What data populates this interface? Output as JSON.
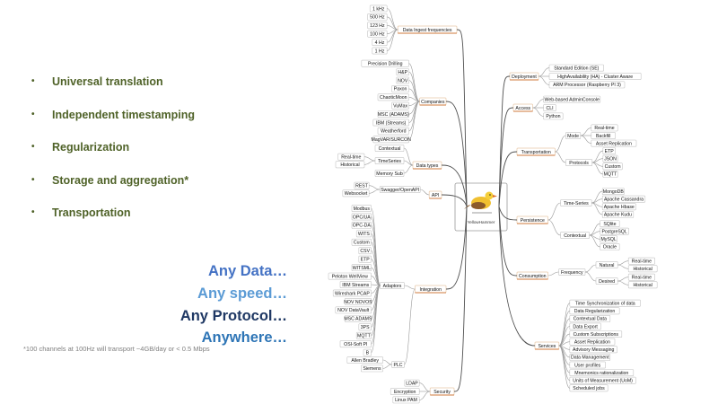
{
  "bullets": [
    "Universal translation",
    "Independent timestamping",
    "Regularization",
    "Storage and aggregation*",
    "Transportation"
  ],
  "taglines": [
    {
      "text": "Any Data…",
      "color": "#4472c4"
    },
    {
      "text": "Any speed…",
      "color": "#5b9bd5"
    },
    {
      "text": "Any Protocol…",
      "color": "#1f3864"
    },
    {
      "text": "Anywhere…",
      "color": "#2e75b6"
    }
  ],
  "footnote": "*100 channels at 100Hz will transport ~4GB/day or < 0.5 Mbps",
  "mindmap": {
    "center": "YellowHammer",
    "left": [
      {
        "label": "Data Ingest frequencies",
        "children": [
          {
            "label": "1 kHz"
          },
          {
            "label": "500 Hz"
          },
          {
            "label": "123 Hz"
          },
          {
            "label": "100 Hz"
          },
          {
            "label": "4 Hz"
          },
          {
            "label": "1 Hz"
          }
        ]
      },
      {
        "label": "Companies",
        "children": [
          {
            "label": "Precision Drilling"
          },
          {
            "label": "H&P"
          },
          {
            "label": "NOV"
          },
          {
            "label": "Paxon"
          },
          {
            "label": "ChaoticMoon"
          },
          {
            "label": "VuMax"
          },
          {
            "label": "MSC (ADAMS)"
          },
          {
            "label": "IBM (Streams)"
          },
          {
            "label": "Weatherford"
          },
          {
            "label": "MagVAR/SURCON"
          }
        ]
      },
      {
        "label": "Data types",
        "children": [
          {
            "label": "Contextual"
          },
          {
            "label": "TimeSeries",
            "children": [
              {
                "label": "Real-time"
              },
              {
                "label": "Historical"
              }
            ]
          },
          {
            "label": "Memory Sub"
          }
        ]
      },
      {
        "label": "API",
        "children": [
          {
            "label": "Swagger/OpenAPI",
            "children": [
              {
                "label": "REST"
              },
              {
                "label": "Websocket"
              }
            ]
          }
        ]
      },
      {
        "label": "Integration",
        "children": [
          {
            "label": "Adaptors",
            "children": [
              {
                "label": "Modbus"
              },
              {
                "label": "OPC/UA"
              },
              {
                "label": "OPC-DA"
              },
              {
                "label": "WITS"
              },
              {
                "label": "Custom"
              },
              {
                "label": "CSV"
              },
              {
                "label": "ETP"
              },
              {
                "label": "WITSML"
              },
              {
                "label": "Peloton WellView"
              },
              {
                "label": "IBM Streams"
              },
              {
                "label": "Wireshark PCAP"
              },
              {
                "label": "NOV NOVOS"
              },
              {
                "label": "NOV DataVault"
              },
              {
                "label": "MSC ADAMS"
              },
              {
                "label": "3PS"
              },
              {
                "label": "MQTT"
              },
              {
                "label": "OSI-Soft PI"
              },
              {
                "label": "B"
              }
            ]
          },
          {
            "label": "PLC",
            "children": [
              {
                "label": "Allen Bradley"
              },
              {
                "label": "Siemens"
              }
            ]
          }
        ]
      },
      {
        "label": "Security",
        "children": [
          {
            "label": "LDAP"
          },
          {
            "label": "Encryption"
          },
          {
            "label": "Linux PAM"
          }
        ]
      }
    ],
    "right": [
      {
        "label": "Deployment",
        "children": [
          {
            "label": "Standard Edition (SE)"
          },
          {
            "label": "HighAvailability (HA) - Cluster Aware"
          },
          {
            "label": "ARM Processor (Raspberry PI 3)"
          }
        ]
      },
      {
        "label": "Access",
        "children": [
          {
            "label": "Web-based AdminConsole"
          },
          {
            "label": "CLI"
          },
          {
            "label": "Python"
          }
        ]
      },
      {
        "label": "Transportation",
        "children": [
          {
            "label": "Mode",
            "children": [
              {
                "label": "Real-time"
              },
              {
                "label": "Backfill"
              },
              {
                "label": "Asset Replication"
              }
            ]
          },
          {
            "label": "Protocols",
            "children": [
              {
                "label": "ETP"
              },
              {
                "label": "JSON"
              },
              {
                "label": "Custom"
              },
              {
                "label": "MQTT"
              }
            ]
          }
        ]
      },
      {
        "label": "Persistence",
        "children": [
          {
            "label": "Time-Series",
            "children": [
              {
                "label": "MongoDB"
              },
              {
                "label": "Apache Cassandra"
              },
              {
                "label": "Apache Hbase"
              },
              {
                "label": "Apache Kudu"
              }
            ]
          },
          {
            "label": "Contextual",
            "children": [
              {
                "label": "SQlite"
              },
              {
                "label": "PostgreSQL"
              },
              {
                "label": "MySQL"
              },
              {
                "label": "Oracle"
              }
            ]
          }
        ]
      },
      {
        "label": "Consumption",
        "children": [
          {
            "label": "Frequency",
            "children": [
              {
                "label": "Natural",
                "children": [
                  {
                    "label": "Real-time"
                  },
                  {
                    "label": "Historical"
                  }
                ]
              },
              {
                "label": "Desired",
                "children": [
                  {
                    "label": "Real-time"
                  },
                  {
                    "label": "Historical"
                  }
                ]
              }
            ]
          }
        ]
      },
      {
        "label": "Services",
        "children": [
          {
            "label": "Time Synchronization of data"
          },
          {
            "label": "Data Regularization"
          },
          {
            "label": "Contextual Data"
          },
          {
            "label": "Data Export"
          },
          {
            "label": "Custom Subscriptions"
          },
          {
            "label": "Asset Replication"
          },
          {
            "label": "Advisory Messaging"
          },
          {
            "label": "Data Management"
          },
          {
            "label": "User profiles"
          },
          {
            "label": "Mnemonics rationalization"
          },
          {
            "label": "Units of Measurement (UoM)"
          },
          {
            "label": "Scheduled jobs"
          }
        ]
      }
    ]
  }
}
